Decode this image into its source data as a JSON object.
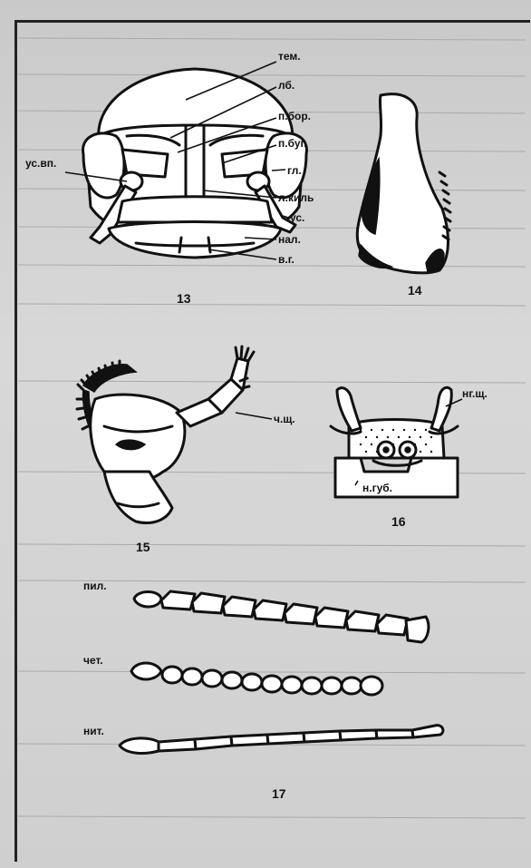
{
  "figures": {
    "fig13": {
      "number": "13",
      "labels": {
        "tem": "тем.",
        "lb": "лб.",
        "p_bor": "п.бор.",
        "p_bug": "п.буг.",
        "gl": "гл.",
        "l_kil": "л.киль",
        "us": "ус.",
        "nal": "нал.",
        "v_g": "в.г.",
        "us_vp": "ус.вп."
      }
    },
    "fig14": {
      "number": "14"
    },
    "fig15": {
      "number": "15",
      "labels": {
        "ch_shch": "ч.щ."
      }
    },
    "fig16": {
      "number": "16",
      "labels": {
        "ng_shch": "нг.щ.",
        "n_gub": "н.губ."
      }
    },
    "fig17": {
      "number": "17",
      "labels": {
        "pil": "пил.",
        "chet": "чет.",
        "nit": "нит."
      }
    }
  }
}
